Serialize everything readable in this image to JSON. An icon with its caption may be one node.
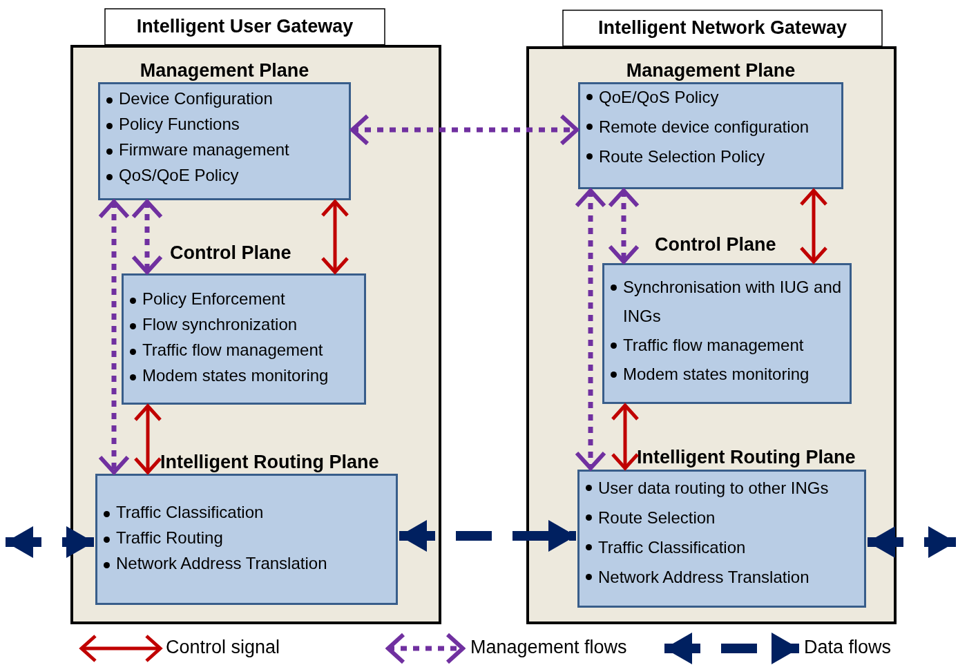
{
  "diagram": {
    "nodes": [
      {
        "text": [
          "Intelligent User Gateway"
        ]
      },
      {
        "text": [
          "Management Plane",
          "Device Configuration",
          "Policy Functions",
          "Firmware management",
          "QoS/QoE Policy"
        ],
        "in": 0
      },
      {
        "text": [
          "Control Plane",
          "Policy Enforcement",
          "Flow synchronization",
          "Traffic flow management",
          "Modem states monitoring"
        ],
        "in": 0
      },
      {
        "text": [
          "Intelligent Routing Plane",
          "Traffic Classification",
          "Traffic Routing",
          "Network Address Translation"
        ],
        "in": 0
      },
      {
        "text": [
          "Intelligent Network Gateway"
        ]
      },
      {
        "text": [
          "Management Plane",
          "QoE/QoS Policy",
          "Remote device configuration",
          "Route Selection Policy"
        ],
        "in": 4
      },
      {
        "text": [
          "Control Plane",
          "Synchronisation with IUG and INGs",
          "Traffic flow management",
          "Modem states monitoring"
        ],
        "in": 4
      },
      {
        "text": [
          "Intelligent Routing Plane",
          "User data routing to other INGs",
          "Route Selection",
          "Traffic Classification",
          "Network Address Translation"
        ],
        "in": 4
      }
    ],
    "edges": [
      {
        "from": 1,
        "to": 5,
        "arrow": "both",
        "style": "dashed"
      },
      {
        "from": 1,
        "to": 3,
        "arrow": "both",
        "style": "dashed"
      },
      {
        "from": 1,
        "to": 2,
        "arrow": "both",
        "style": "dashed"
      },
      {
        "from": 1,
        "to": 2,
        "arrow": "both",
        "color": "#c00000"
      },
      {
        "from": 2,
        "to": 3,
        "arrow": "both",
        "color": "#c00000"
      },
      {
        "from": 5,
        "to": 7,
        "arrow": "both",
        "style": "dashed"
      },
      {
        "from": 5,
        "to": 6,
        "arrow": "both",
        "style": "dashed"
      },
      {
        "from": 5,
        "to": 6,
        "arrow": "both",
        "color": "#c00000"
      },
      {
        "from": 6,
        "to": 7,
        "arrow": "both",
        "color": "#c00000"
      },
      {
        "from": 3,
        "to": 7,
        "arrow": "both",
        "style": "dashed",
        "color": "#002060"
      },
      {
        "from": null,
        "to": 3,
        "arrow": "both",
        "style": "dashed",
        "color": "#002060"
      },
      {
        "from": 7,
        "to": null,
        "arrow": "both",
        "style": "dashed",
        "color": "#002060"
      }
    ],
    "legend": [
      {
        "text": "Control signal"
      },
      {
        "text": "Management flows"
      },
      {
        "text": "Data flows"
      }
    ]
  }
}
